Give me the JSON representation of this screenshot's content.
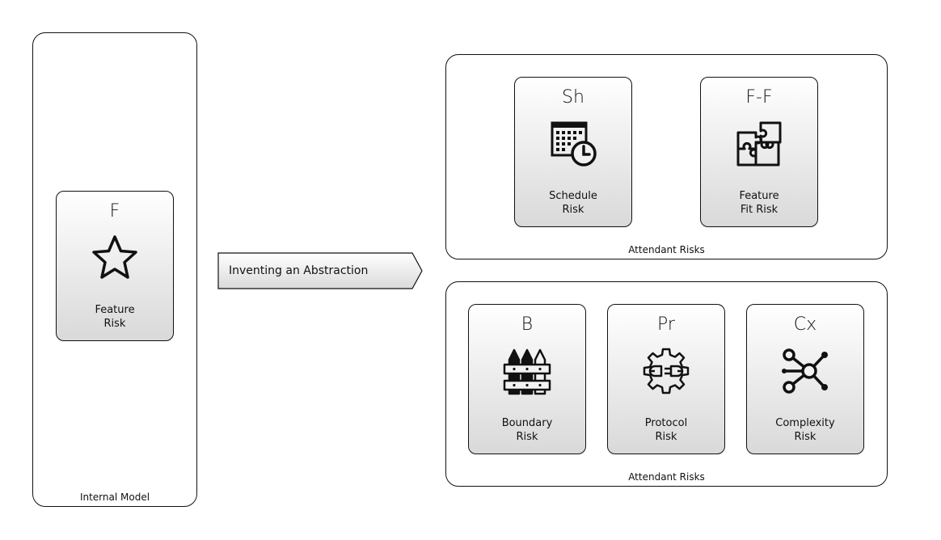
{
  "internal_model": {
    "label": "Internal Model",
    "feature": {
      "abbr": "F",
      "name_line1": "Feature",
      "name_line2": "Risk",
      "icon": "star-icon"
    }
  },
  "arrow": {
    "label": "Inventing an Abstraction"
  },
  "attendant_top": {
    "label": "Attendant Risks",
    "cards": [
      {
        "abbr": "Sh",
        "name_line1": "Schedule",
        "name_line2": "Risk",
        "icon": "calendar-clock-icon"
      },
      {
        "abbr": "F-F",
        "name_line1": "Feature",
        "name_line2": "Fit Risk",
        "icon": "puzzle-icon"
      }
    ]
  },
  "attendant_bottom": {
    "label": "Attendant Risks",
    "cards": [
      {
        "abbr": "B",
        "name_line1": "Boundary",
        "name_line2": "Risk",
        "icon": "fence-icon"
      },
      {
        "abbr": "Pr",
        "name_line1": "Protocol",
        "name_line2": "Risk",
        "icon": "gear-plug-icon"
      },
      {
        "abbr": "Cx",
        "name_line1": "Complexity",
        "name_line2": "Risk",
        "icon": "network-icon"
      }
    ]
  }
}
